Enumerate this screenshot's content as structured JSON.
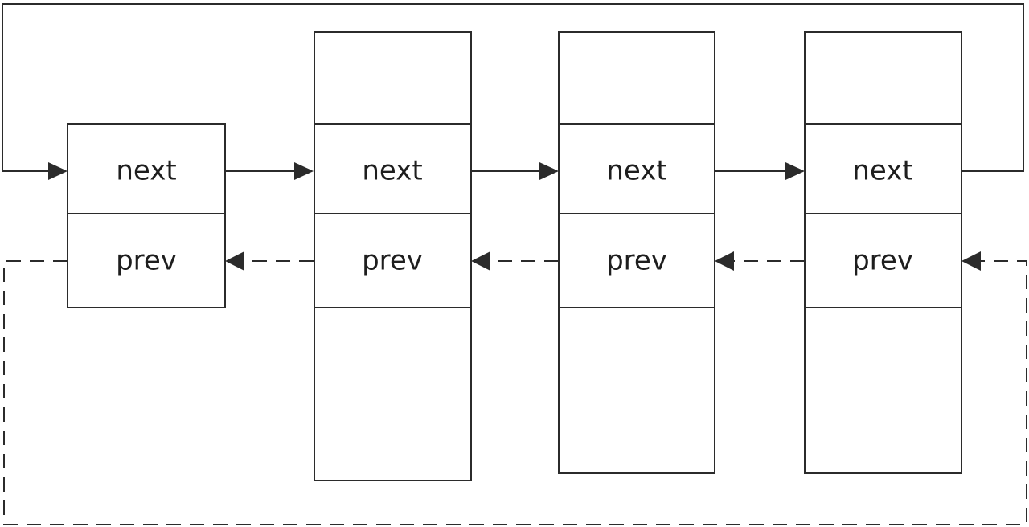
{
  "colors": {
    "stroke": "#2b2b2b",
    "text": "#1e1e1e",
    "background": "#ffffff"
  },
  "nodes": [
    {
      "next_label": "next",
      "prev_label": "prev"
    },
    {
      "next_label": "next",
      "prev_label": "prev"
    },
    {
      "next_label": "next",
      "prev_label": "prev"
    },
    {
      "next_label": "next",
      "prev_label": "prev"
    }
  ]
}
